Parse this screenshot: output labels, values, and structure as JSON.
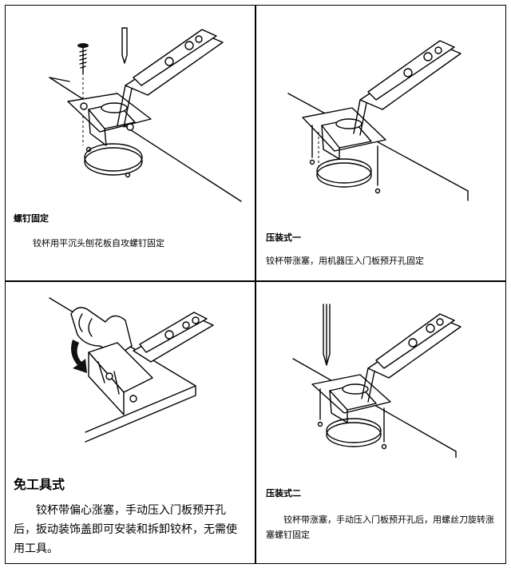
{
  "panels": [
    {
      "title": "螺钉固定",
      "desc": "铰杯用平沉头刨花板自攻螺钉固定"
    },
    {
      "title": "压装式一",
      "desc": "铰杯带涨塞，用机器压入门板预开孔固定"
    },
    {
      "title": "免工具式",
      "desc": "铰杯带偏心涨塞，手动压入门板预开孔后，扳动装饰盖即可安装和拆卸铰杯，无需使用工具。"
    },
    {
      "title": "压装式二",
      "desc": "铰杯带涨塞，手动压入门板预开孔后，用螺丝刀旋转涨塞螺钉固定"
    }
  ]
}
